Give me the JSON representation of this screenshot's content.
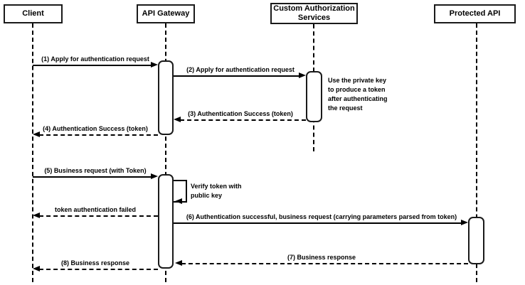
{
  "diagram": {
    "type": "sequence",
    "actors": [
      {
        "id": "client",
        "name": "Client"
      },
      {
        "id": "api-gateway",
        "name": "API Gateway"
      },
      {
        "id": "custom-authorization-services",
        "name": "Custom Authorization Services"
      },
      {
        "id": "protected-api",
        "name": "Protected API"
      }
    ],
    "messages": [
      {
        "label": "(1) Apply for authentication request",
        "from": "Client",
        "to": "API Gateway",
        "line": "solid"
      },
      {
        "label": "(2) Apply for authentication request",
        "from": "API Gateway",
        "to": "Custom Authorization Services",
        "line": "solid"
      },
      {
        "label": "(3) Authentication Success (token)",
        "from": "Custom Authorization Services",
        "to": "API Gateway",
        "line": "dashed"
      },
      {
        "label": "(4) Authentication Success (token)",
        "from": "API Gateway",
        "to": "Client",
        "line": "dashed"
      },
      {
        "label": "(5) Business request (with Token)",
        "from": "Client",
        "to": "API Gateway",
        "line": "solid"
      },
      {
        "label": "Verify token with public key",
        "from": "API Gateway",
        "to": "API Gateway",
        "line": "solid",
        "self": true
      },
      {
        "label": "token authentication failed",
        "from": "API Gateway",
        "to": "Client",
        "line": "dashed"
      },
      {
        "label": "(6) Authentication successful, business request (carrying parameters parsed from token)",
        "from": "API Gateway",
        "to": "Protected API",
        "line": "solid"
      },
      {
        "label": "(7) Business response",
        "from": "Protected API",
        "to": "API Gateway",
        "line": "dashed"
      },
      {
        "label": "(8) Business response",
        "from": "API Gateway",
        "to": "Client",
        "line": "dashed"
      }
    ],
    "notes": [
      {
        "text": "Use the private key to produce a token after authenticating the request",
        "attached_to": "Custom Authorization Services"
      }
    ],
    "colors": {
      "line": "#000000",
      "text": "#000000",
      "background": "#ffffff",
      "box_fill": "#ffffff",
      "box_border": "#1a1a1a"
    }
  }
}
